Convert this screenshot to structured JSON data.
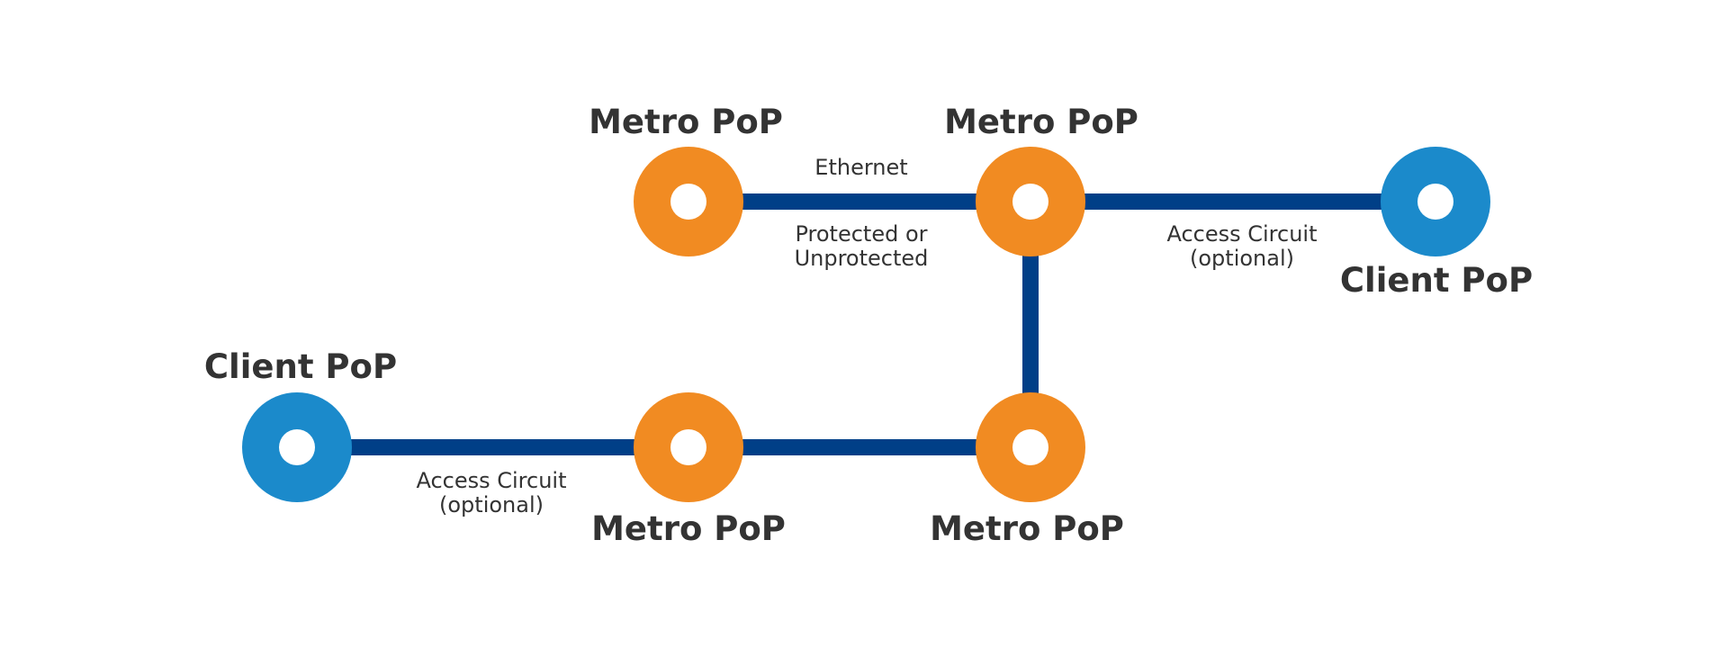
{
  "colors": {
    "background": "#ffffff",
    "link": "#003f87",
    "metro_node": "#f18b22",
    "client_node": "#1b8acb",
    "node_hole": "#ffffff",
    "text": "#333333"
  },
  "nodes": [
    {
      "id": "metro-top-left",
      "kind": "metro",
      "label": "Metro PoP"
    },
    {
      "id": "metro-top-right",
      "kind": "metro",
      "label": "Metro PoP"
    },
    {
      "id": "client-right",
      "kind": "client",
      "label": "Client PoP"
    },
    {
      "id": "client-left",
      "kind": "client",
      "label": "Client PoP"
    },
    {
      "id": "metro-bottom-left",
      "kind": "metro",
      "label": "Metro PoP"
    },
    {
      "id": "metro-bottom-right",
      "kind": "metro",
      "label": "Metro PoP"
    }
  ],
  "links": [
    {
      "id": "ethernet",
      "from": "metro-top-left",
      "to": "metro-top-right",
      "label_above": "Ethernet",
      "label_below": [
        "Protected or",
        "Unprotected"
      ]
    },
    {
      "id": "access-right",
      "from": "metro-top-right",
      "to": "client-right",
      "label_below": [
        "Access Circuit",
        "(optional)"
      ]
    },
    {
      "id": "metro-vertical",
      "from": "metro-top-right",
      "to": "metro-bottom-right"
    },
    {
      "id": "metro-bottom",
      "from": "metro-bottom-left",
      "to": "metro-bottom-right"
    },
    {
      "id": "access-left",
      "from": "client-left",
      "to": "metro-bottom-left",
      "label_below": [
        "Access Circuit",
        "(optional)"
      ]
    }
  ]
}
